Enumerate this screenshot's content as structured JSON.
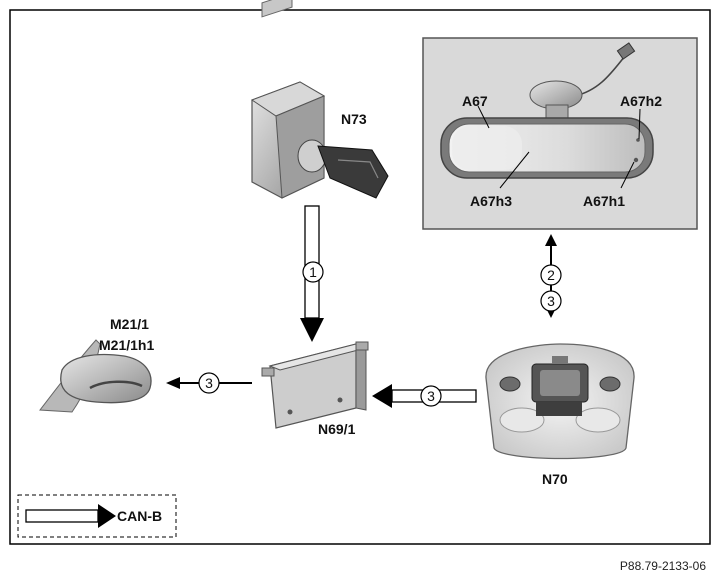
{
  "components": {
    "ignition_switch": {
      "label": "N73"
    },
    "door_module": {
      "label": "N69/1"
    },
    "overhead_control_panel": {
      "label": "N70"
    },
    "exterior_mirror": {
      "label_1": "M21/1",
      "label_2": "M21/1h1"
    },
    "rearview_mirror": {
      "label": "A67",
      "sub_h1": "A67h1",
      "sub_h2": "A67h2",
      "sub_h3": "A67h3"
    }
  },
  "connections": {
    "n73_to_n69": "1",
    "n70_to_a67_top": "2",
    "n70_to_a67_bottom": "3",
    "n70_to_n69": "3",
    "n69_to_m21": "3"
  },
  "legend": {
    "label": "CAN-B"
  },
  "figure_ref": "P88.79-2133-06"
}
